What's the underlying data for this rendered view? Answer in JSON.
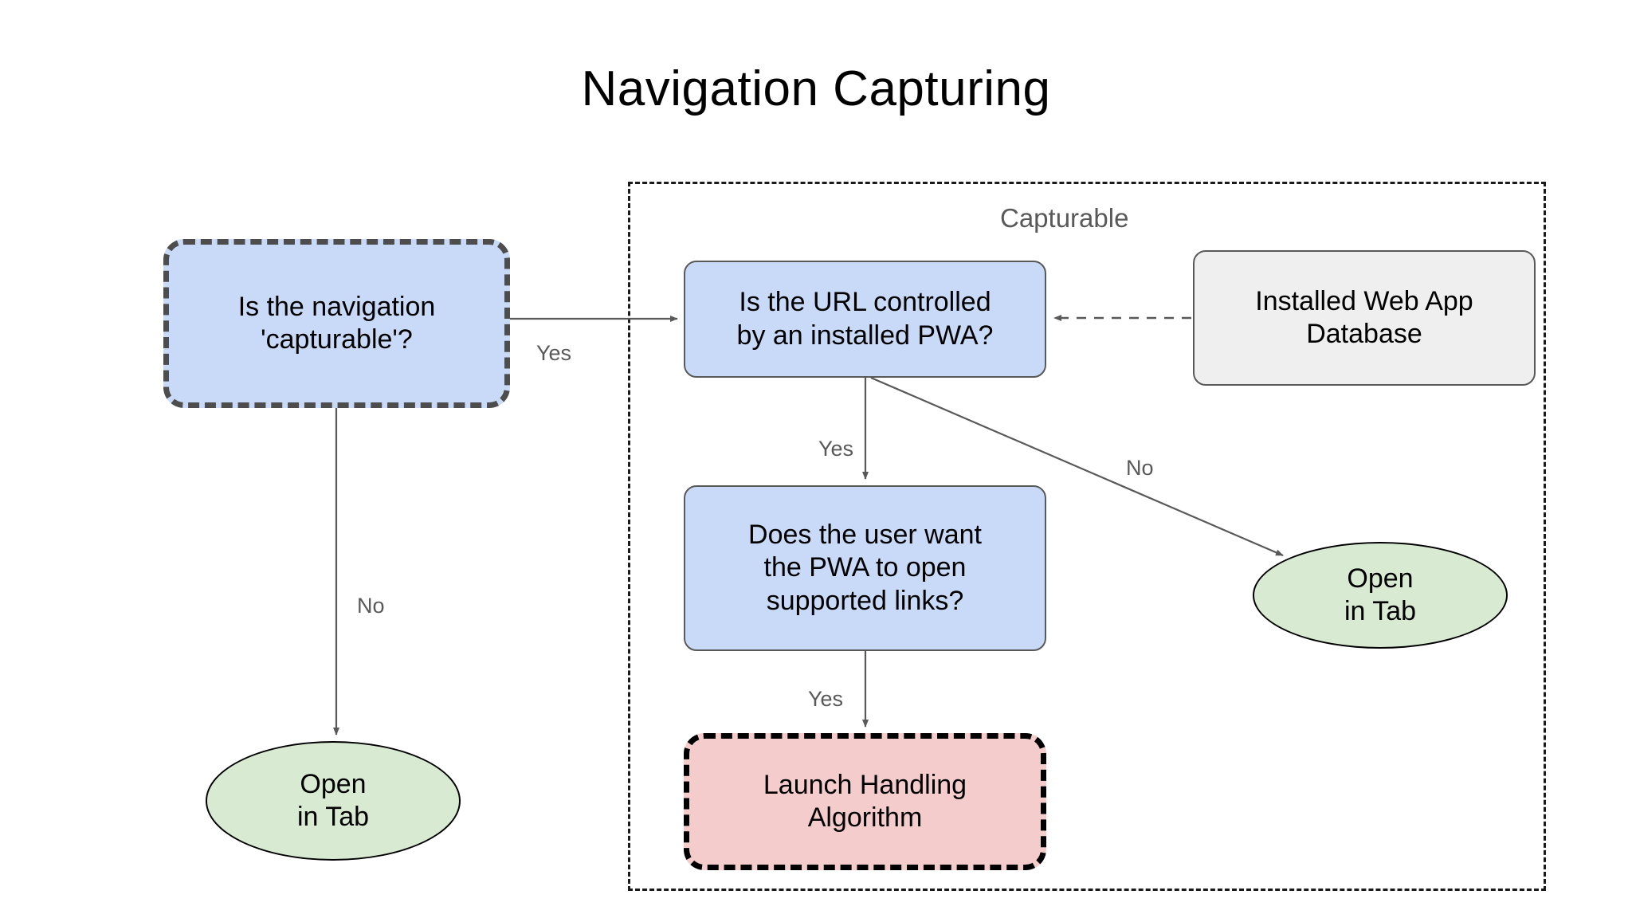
{
  "diagram": {
    "title": "Navigation Capturing",
    "type": "flowchart",
    "group": {
      "label": "Capturable",
      "style": "dashed-container"
    },
    "nodes": [
      {
        "id": "capturable-question",
        "label": "Is the navigation\n'capturable'?",
        "line1": "Is the navigation",
        "line2": "'capturable'?",
        "shape": "rounded-rect",
        "border": "dashed",
        "fill": "#c9daf8",
        "stroke": "#4d4d4d"
      },
      {
        "id": "url-question",
        "label": "Is the URL controlled\nby an installed PWA?",
        "line1": "Is the URL controlled",
        "line2": "by an installed PWA?",
        "shape": "rounded-rect",
        "border": "solid",
        "fill": "#c9daf8",
        "stroke": "#595959"
      },
      {
        "id": "installed-web-app-database",
        "label": "Installed Web App\nDatabase",
        "line1": "Installed Web App",
        "line2": "Database",
        "shape": "rounded-rect",
        "border": "solid",
        "fill": "#efefef",
        "stroke": "#595959"
      },
      {
        "id": "user-question",
        "label": "Does the user want\nthe PWA to open\nsupported links?",
        "line1": "Does the user want",
        "line2": "the PWA to open",
        "line3": "supported links?",
        "shape": "rounded-rect",
        "border": "solid",
        "fill": "#c9daf8",
        "stroke": "#595959"
      },
      {
        "id": "launch-handling-algorithm",
        "label": "Launch Handling\nAlgorithm",
        "line1": "Launch Handling",
        "line2": "Algorithm",
        "shape": "rounded-rect",
        "border": "dashed",
        "fill": "#f4cccc",
        "stroke": "#000000"
      },
      {
        "id": "open-in-tab-left",
        "label": "Open\nin Tab",
        "line1": "Open",
        "line2": "in Tab",
        "shape": "ellipse",
        "border": "solid",
        "fill": "#d9ead3",
        "stroke": "#000000"
      },
      {
        "id": "open-in-tab-right",
        "label": "Open\nin Tab",
        "line1": "Open",
        "line2": "in Tab",
        "shape": "ellipse",
        "border": "solid",
        "fill": "#d9ead3",
        "stroke": "#000000"
      }
    ],
    "edges": [
      {
        "id": "capturable-yes",
        "from": "capturable-question",
        "to": "url-question",
        "label": "Yes",
        "style": "solid"
      },
      {
        "id": "capturable-no",
        "from": "capturable-question",
        "to": "open-in-tab-left",
        "label": "No",
        "style": "solid"
      },
      {
        "id": "url-yes",
        "from": "url-question",
        "to": "user-question",
        "label": "Yes",
        "style": "solid"
      },
      {
        "id": "url-no",
        "from": "url-question",
        "to": "open-in-tab-right",
        "label": "No",
        "style": "solid"
      },
      {
        "id": "user-yes",
        "from": "user-question",
        "to": "launch-handling-algorithm",
        "label": "Yes",
        "style": "solid"
      },
      {
        "id": "db-lookup",
        "from": "installed-web-app-database",
        "to": "url-question",
        "label": "",
        "style": "dashed"
      }
    ],
    "colors": {
      "blue_fill": "#c9daf8",
      "green_fill": "#d9ead3",
      "pink_fill": "#f4cccc",
      "gray_fill": "#efefef",
      "edge_stroke": "#595959",
      "label_text": "#595959",
      "body_text": "#000000",
      "background": "#ffffff"
    }
  }
}
